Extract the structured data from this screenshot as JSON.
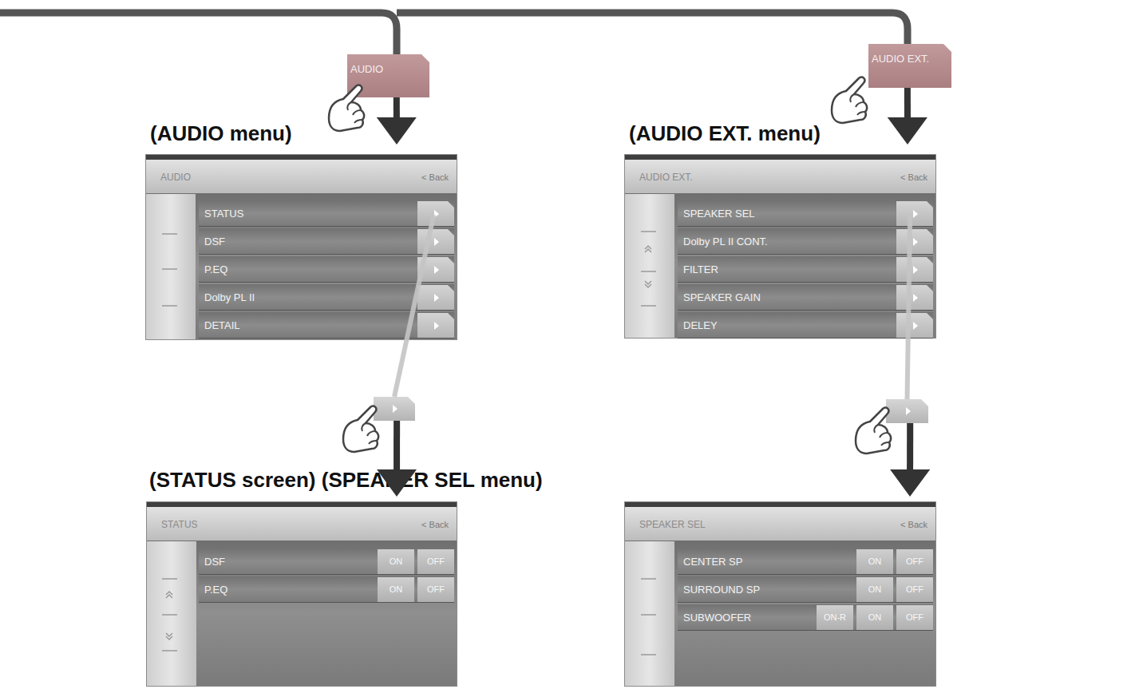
{
  "diagram": {
    "nodes": [
      {
        "text": [
          "AUDIO"
        ]
      },
      {
        "text": [
          "AUDIO EXT."
        ]
      },
      {
        "text": [
          "(AUDIO menu)",
          "AUDIO",
          "< Back"
        ]
      },
      {
        "text": [
          "STATUS"
        ],
        "in": 2
      },
      {
        "text": [
          "DSF"
        ],
        "in": 2
      },
      {
        "text": [
          "P.EQ"
        ],
        "in": 2
      },
      {
        "text": [
          "Dolby PL II"
        ],
        "in": 2
      },
      {
        "text": [
          "DETAIL"
        ],
        "in": 2
      },
      {
        "text": [
          "(AUDIO EXT. menu)",
          "AUDIO EXT.",
          "< Back"
        ]
      },
      {
        "text": [
          "SPEAKER SEL"
        ],
        "in": 8
      },
      {
        "text": [
          "Dolby PL II CONT."
        ],
        "in": 8
      },
      {
        "text": [
          "FILTER"
        ],
        "in": 8
      },
      {
        "text": [
          "SPEAKER GAIN"
        ],
        "in": 8
      },
      {
        "text": [
          "DELEY"
        ],
        "in": 8
      },
      {
        "text": [
          "(STATUS)"
        ]
      },
      {
        "text": [
          "(SPEAKER SEL)"
        ]
      },
      {
        "text": [
          "STATUS",
          "< Back"
        ]
      },
      {
        "text": [
          "DSF",
          "ON",
          "OFF"
        ],
        "in": 16
      },
      {
        "text": [
          "P.EQ",
          "ON",
          "OFF"
        ],
        "in": 16
      },
      {
        "text": [
          "SPEAKER SEL",
          "< Back"
        ]
      },
      {
        "text": [
          "CENTER SP",
          "ON",
          "OFF"
        ],
        "in": 19
      },
      {
        "text": [
          "SURROUND SP",
          "ON",
          "OFF"
        ],
        "in": 19
      },
      {
        "text": [
          "SUBWOOFER",
          "ON-R",
          "ON",
          "OFF"
        ],
        "in": 19
      }
    ],
    "edges": [
      {
        "from": 0,
        "to": 2,
        "arrow": "to"
      },
      {
        "from": 1,
        "to": 8,
        "arrow": "to"
      },
      {
        "from": 3,
        "to": 14,
        "arrow": "none"
      },
      {
        "from": 14,
        "to": 16,
        "arrow": "to"
      },
      {
        "from": 9,
        "to": 15,
        "arrow": "none"
      },
      {
        "from": 15,
        "to": 19,
        "arrow": "to"
      }
    ],
    "labels": [
      "(STATUS screen) (SPEAKER SEL menu)"
    ]
  }
}
